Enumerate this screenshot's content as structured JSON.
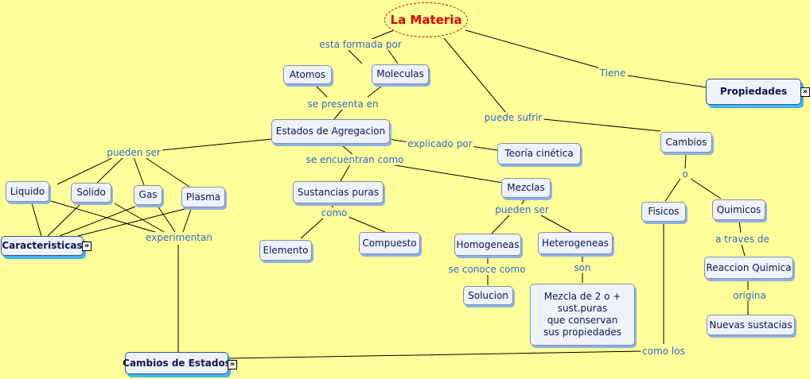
{
  "concepts": {
    "materia": "La Materia",
    "atomos": "Atomos",
    "moleculas": "Moleculas",
    "propiedades": "Propiedades",
    "estados": "Estados de Agregacion",
    "teoria": "Teoría cinética",
    "cambios": "Cambios",
    "liquido": "Liquido",
    "solido": "Solido",
    "gas": "Gas",
    "plasma": "Plasma",
    "sustancias": "Sustancias puras",
    "mezclas": "Mezclas",
    "fisicos": "Fisicos",
    "quimicos": "Quimicos",
    "caracteristicas": "Caracteristicas",
    "elemento": "Elemento",
    "compuesto": "Compuesto",
    "homogeneas": "Homogeneas",
    "heterogeneas": "Heterogeneas",
    "reaccion": "Reaccion Quimica",
    "solucion": "Solucion",
    "mezcla_def": [
      "Mezcla de 2 o +",
      "sust.puras",
      "que conservan",
      "sus propiedades"
    ],
    "nuevas": "Nuevas sustacias",
    "cambios_estados": "Cambios de Estados"
  },
  "links": {
    "formada": "esta formada por",
    "tiene": "Tiene",
    "presenta": "se presenta en",
    "sufrir": "puede sufrir",
    "pueden_ser_1": "pueden ser",
    "explicado": "explicado por",
    "encuentran": "se encuentran como",
    "o": "o",
    "como": "como",
    "pueden_ser_2": "pueden ser",
    "experimentan": "experimentan",
    "a_traves": "a traves de",
    "conoce": "se conoce como",
    "son": "son",
    "origina": "origina",
    "como_los": "como los"
  },
  "icons": {
    "expand": "double-chevron-right-icon"
  },
  "colors": {
    "background": "#ffff99",
    "node_fill": "#eef2fb",
    "node_text": "#0b1650",
    "link_text": "#3366cc",
    "root_text": "#dd0000"
  }
}
